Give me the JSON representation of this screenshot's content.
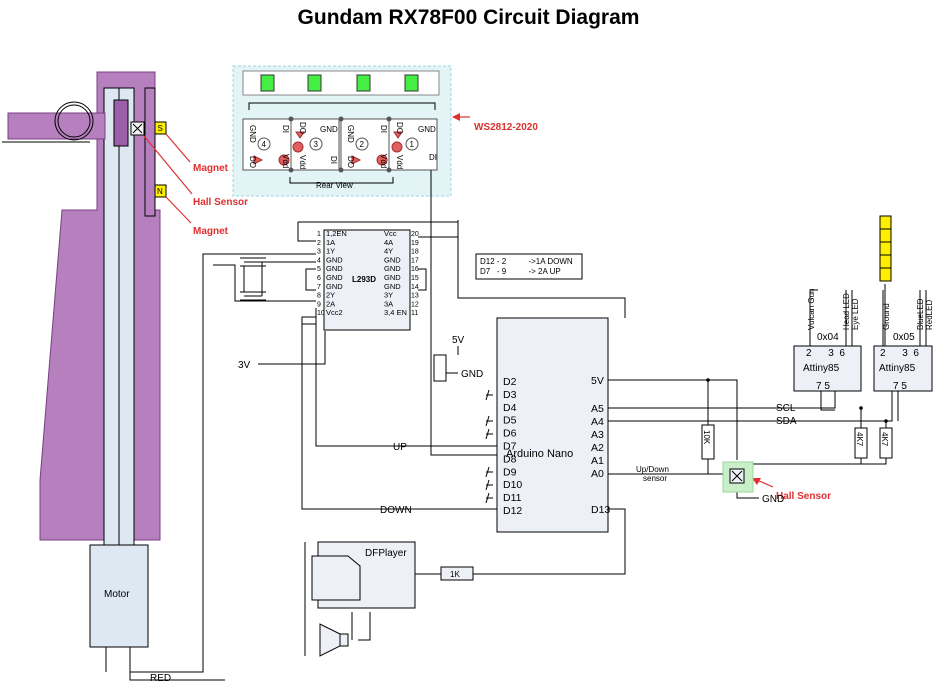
{
  "title": "Gundam RX78F00 Circuit Diagram",
  "colors": {
    "arm": "#b67fbe",
    "arm_border": "#7a3f84",
    "panel": "#e2f4f6",
    "chip": "#eef0f8",
    "yellow": "#ffee00",
    "led": "#44ee44",
    "red_label": "#e03030"
  },
  "callouts": {
    "ws2812": "WS2812-2020",
    "magnet_top": "Magnet",
    "hall_top": "Hall Sensor",
    "magnet_bottom": "Magnet",
    "hall_right": "Hall Sensor"
  },
  "magnet_poles": {
    "s": "S",
    "n": "N"
  },
  "led_panel": {
    "rear_view": "Rear View",
    "led_numbers": [
      "4",
      "3",
      "2",
      "1"
    ],
    "gnd": "GND",
    "vdd": "Vdd",
    "do": "DO",
    "di": "DI"
  },
  "l293d": {
    "name": "L293D",
    "left_pins": [
      "1,2EN",
      "1A",
      "1Y",
      "GND",
      "GND",
      "GND",
      "GND",
      "2Y",
      "2A",
      "Vcc2"
    ],
    "left_nums": [
      "1",
      "2",
      "3",
      "4",
      "5",
      "6",
      "7",
      "8",
      "9",
      "10"
    ],
    "right_pins": [
      "Vcc",
      "4A",
      "4Y",
      "GND",
      "GND",
      "GND",
      "GND",
      "3Y",
      "3A",
      "3,4 EN"
    ],
    "right_nums": [
      "20",
      "19",
      "18",
      "17",
      "16",
      "15",
      "14",
      "13",
      "12",
      "11"
    ]
  },
  "mapping_note": {
    "line1": "D12 - 2          ->1A DOWN",
    "line2": "D7   - 9          -> 2A UP"
  },
  "arduino": {
    "name": "Arduino Nano",
    "left_pins": [
      "D2",
      "D3",
      "D4",
      "D5",
      "D6",
      "D7",
      "D8",
      "D9",
      "D10",
      "D11",
      "D12"
    ],
    "right_pins": [
      "5V",
      "A5",
      "A4",
      "A3",
      "A2",
      "A1",
      "A0",
      "D13"
    ]
  },
  "attiny_a": {
    "name": "Attiny85",
    "address": "0x04",
    "top_pins": "2      3  6",
    "bottom_pins": "7 5",
    "signals": [
      "Vulcan Gun",
      "Head LED",
      "Eye LED"
    ]
  },
  "attiny_b": {
    "name": "Attiny85",
    "address": "0x05",
    "top_pins": "2      3  6",
    "bottom_pins": "7 5",
    "signals": [
      "Ground",
      "BlueLED",
      "RedLED"
    ]
  },
  "net_labels": {
    "v5": "5V",
    "gnd_top": "GND",
    "v3": "3V",
    "up": "UP",
    "down": "DOWN",
    "scl": "SCL",
    "sda": "SDA",
    "sensor_line1": "Up/Down",
    "sensor_line2": "sensor",
    "gnd_bottom": "GND",
    "red": "RED"
  },
  "components": {
    "r10k": "10K",
    "r4k7a": "4K7",
    "r4k7b": "4K7",
    "r1k": "1K",
    "dfplayer": "DFPlayer",
    "motor": "Motor"
  }
}
